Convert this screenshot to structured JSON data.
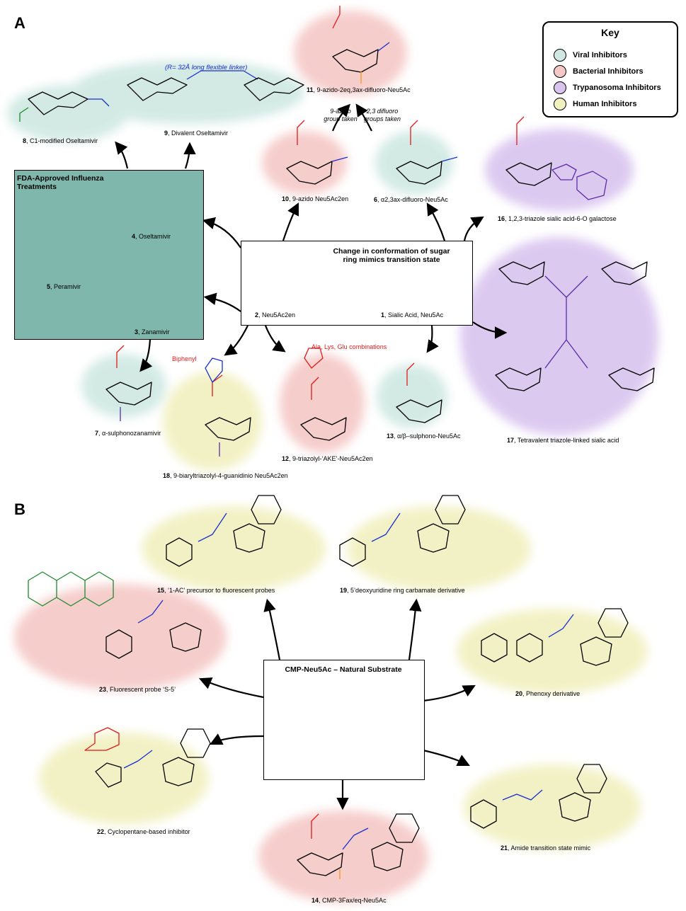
{
  "panels": {
    "a": "A",
    "b": "B"
  },
  "key": {
    "title": "Key",
    "items": [
      {
        "label": "Viral Inhibitors",
        "color": "#cfe8e2"
      },
      {
        "label": "Bacterial Inhibitors",
        "color": "#f4c8c6"
      },
      {
        "label": "Trypanosoma Inhibitors",
        "color": "#d9c4ef"
      },
      {
        "label": "Human Inhibitors",
        "color": "#f1f0bf"
      }
    ]
  },
  "colors": {
    "viral": "#cfe8e2",
    "bacterial": "#f4c8c6",
    "trypanosoma": "#d9c4ef",
    "human": "#f1f0bf",
    "fda_box": "#7fb7ac"
  },
  "fda": {
    "title": "FDA-Approved Influenza Treatments"
  },
  "center_a": {
    "title": "Change in conformation of sugar ring mimics transition state"
  },
  "center_b": {
    "title": "CMP-Neu5Ac – Natural Substrate"
  },
  "notes": {
    "azido": "9-azido group taken",
    "difluoro": "2,3 difluoro groups taken",
    "linker": "(R= 32Å long flexible linker)",
    "ala": "Ala, Lys, Glu combinations",
    "biphenyl": "Biphenyl"
  },
  "compounds": [
    {
      "num": "1",
      "name": "Sialic Acid, Neu5Ac"
    },
    {
      "num": "2",
      "name": "Neu5Ac2en"
    },
    {
      "num": "3",
      "name": "Zanamivir"
    },
    {
      "num": "4",
      "name": "Oseltamivir"
    },
    {
      "num": "5",
      "name": "Peramivir"
    },
    {
      "num": "6",
      "name": "α2,3ax-difluoro-Neu5Ac"
    },
    {
      "num": "7",
      "name": "α-sulphonozanamivir"
    },
    {
      "num": "8",
      "name": "C1-modified Oseltamivir"
    },
    {
      "num": "9",
      "name": "Divalent Oseltamivir"
    },
    {
      "num": "10",
      "name": "9-azido Neu5Ac2en"
    },
    {
      "num": "11",
      "name": "9-azido-2eq,3ax-difluoro-Neu5Ac"
    },
    {
      "num": "12",
      "name": "9-triazolyl-‘AKE’-Neu5Ac2en"
    },
    {
      "num": "13",
      "name": "α/β–sulphono-Neu5Ac"
    },
    {
      "num": "14",
      "name": "CMP-3Fax/eq-Neu5Ac"
    },
    {
      "num": "15",
      "name": "‘1-AC’ precursor to fluorescent probes"
    },
    {
      "num": "16",
      "name": "1,2,3-triazole sialic acid-6-O galactose"
    },
    {
      "num": "17",
      "name": "Tetravalent triazole-linked sialic acid"
    },
    {
      "num": "18",
      "name": "9-biaryltriazolyl-4-guanidinio Neu5Ac2en"
    },
    {
      "num": "19",
      "name": "5’deoxyuridine ring carbamate derivative"
    },
    {
      "num": "20",
      "name": "Phenoxy derivative"
    },
    {
      "num": "21",
      "name": "Amide transition state mimic"
    },
    {
      "num": "22",
      "name": "Cyclopentane-based inhibitor"
    },
    {
      "num": "23",
      "name": "Fluorescent probe ‘S-5’"
    }
  ]
}
